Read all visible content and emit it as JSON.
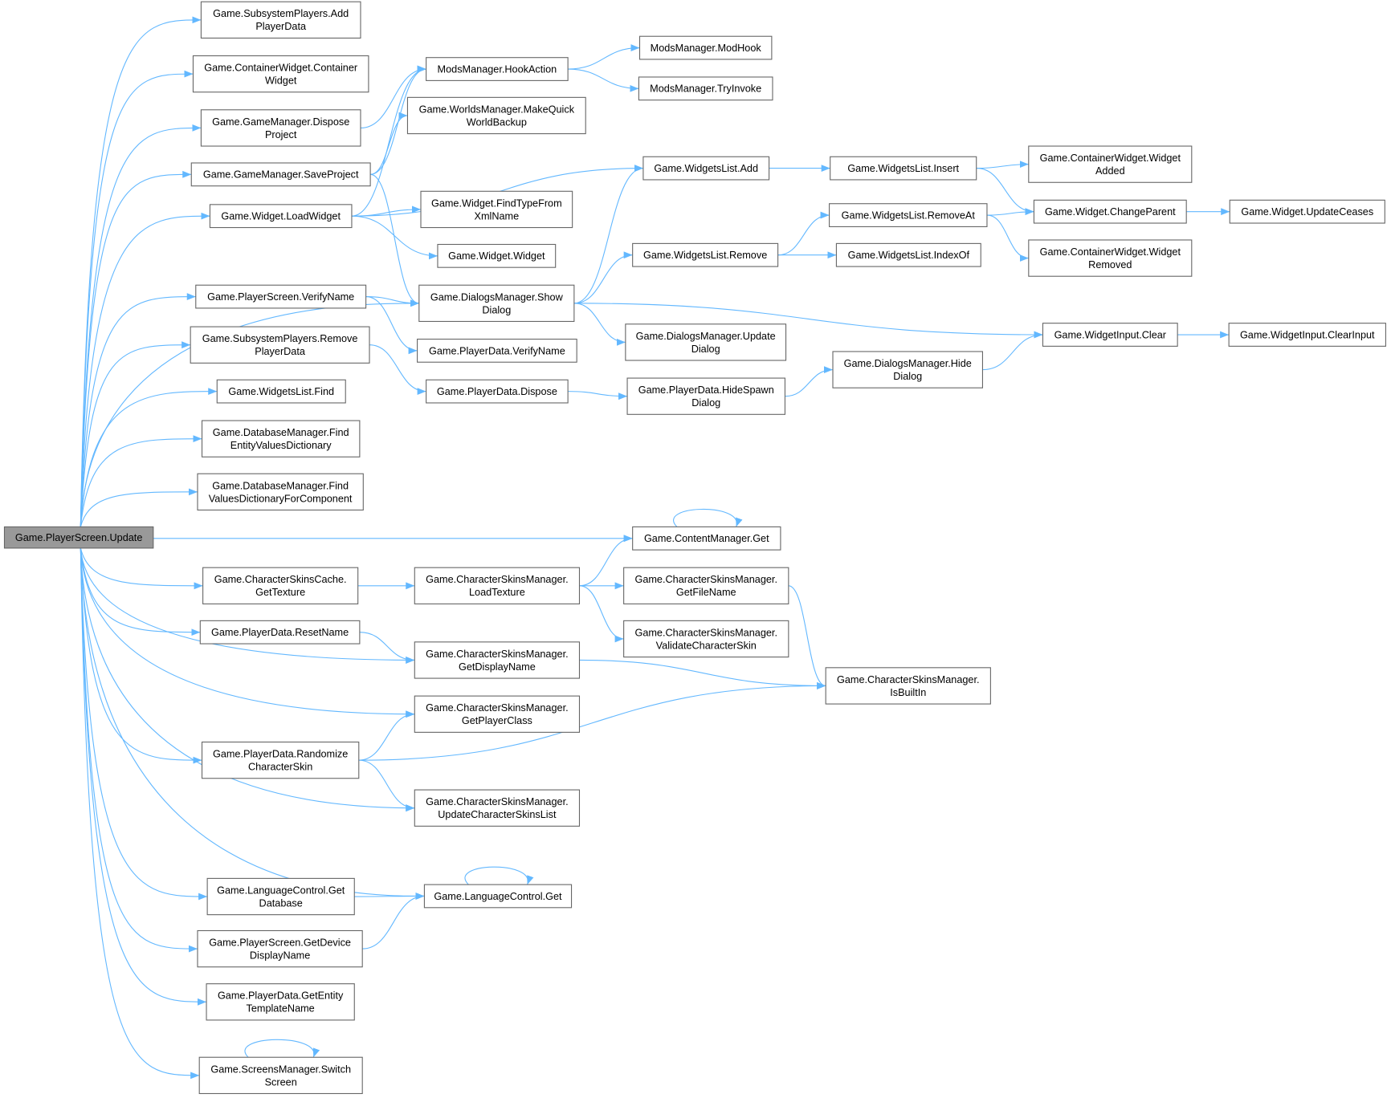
{
  "title": "Game.PlayerScreen.Update call graph",
  "colors": {
    "edge": "#63b8ff",
    "node_border": "#666666",
    "root_fill": "#999999",
    "node_fill": "#ffffff"
  },
  "nodes": [
    {
      "lines": [
        "Game.PlayerScreen.Update"
      ]
    },
    {
      "lines": [
        "Game.SubsystemPlayers.Add",
        "PlayerData"
      ]
    },
    {
      "lines": [
        "Game.ContainerWidget.Container",
        "Widget"
      ]
    },
    {
      "lines": [
        "Game.GameManager.Dispose",
        "Project"
      ]
    },
    {
      "lines": [
        "Game.GameManager.SaveProject"
      ]
    },
    {
      "lines": [
        "Game.Widget.LoadWidget"
      ]
    },
    {
      "lines": [
        "Game.PlayerScreen.VerifyName"
      ]
    },
    {
      "lines": [
        "Game.SubsystemPlayers.Remove",
        "PlayerData"
      ]
    },
    {
      "lines": [
        "Game.WidgetsList.Find"
      ]
    },
    {
      "lines": [
        "Game.DatabaseManager.Find",
        "EntityValuesDictionary"
      ]
    },
    {
      "lines": [
        "Game.DatabaseManager.Find",
        "ValuesDictionaryForComponent"
      ]
    },
    {
      "lines": [
        "Game.CharacterSkinsCache.",
        "GetTexture"
      ]
    },
    {
      "lines": [
        "Game.PlayerData.ResetName"
      ]
    },
    {
      "lines": [
        "Game.PlayerData.Randomize",
        "CharacterSkin"
      ]
    },
    {
      "lines": [
        "Game.LanguageControl.Get",
        "Database"
      ]
    },
    {
      "lines": [
        "Game.PlayerScreen.GetDevice",
        "DisplayName"
      ]
    },
    {
      "lines": [
        "Game.PlayerData.GetEntity",
        "TemplateName"
      ]
    },
    {
      "lines": [
        "Game.ScreensManager.Switch",
        "Screen"
      ]
    },
    {
      "lines": [
        "ModsManager.HookAction"
      ]
    },
    {
      "lines": [
        "Game.WorldsManager.MakeQuick",
        "WorldBackup"
      ]
    },
    {
      "lines": [
        "Game.Widget.FindTypeFrom",
        "XmlName"
      ]
    },
    {
      "lines": [
        "Game.Widget.Widget"
      ]
    },
    {
      "lines": [
        "Game.DialogsManager.Show",
        "Dialog"
      ]
    },
    {
      "lines": [
        "Game.PlayerData.VerifyName"
      ]
    },
    {
      "lines": [
        "Game.PlayerData.Dispose"
      ]
    },
    {
      "lines": [
        "Game.CharacterSkinsManager.",
        "LoadTexture"
      ]
    },
    {
      "lines": [
        "Game.CharacterSkinsManager.",
        "GetDisplayName"
      ]
    },
    {
      "lines": [
        "Game.CharacterSkinsManager.",
        "GetPlayerClass"
      ]
    },
    {
      "lines": [
        "Game.CharacterSkinsManager.",
        "UpdateCharacterSkinsList"
      ]
    },
    {
      "lines": [
        "Game.LanguageControl.Get"
      ]
    },
    {
      "lines": [
        "ModsManager.ModHook"
      ]
    },
    {
      "lines": [
        "ModsManager.TryInvoke"
      ]
    },
    {
      "lines": [
        "Game.WidgetsList.Add"
      ]
    },
    {
      "lines": [
        "Game.WidgetsList.Remove"
      ]
    },
    {
      "lines": [
        "Game.DialogsManager.Update",
        "Dialog"
      ]
    },
    {
      "lines": [
        "Game.PlayerData.HideSpawn",
        "Dialog"
      ]
    },
    {
      "lines": [
        "Game.ContentManager.Get"
      ]
    },
    {
      "lines": [
        "Game.CharacterSkinsManager.",
        "GetFileName"
      ]
    },
    {
      "lines": [
        "Game.CharacterSkinsManager.",
        "ValidateCharacterSkin"
      ]
    },
    {
      "lines": [
        "Game.WidgetsList.Insert"
      ]
    },
    {
      "lines": [
        "Game.WidgetsList.RemoveAt"
      ]
    },
    {
      "lines": [
        "Game.WidgetsList.IndexOf"
      ]
    },
    {
      "lines": [
        "Game.DialogsManager.Hide",
        "Dialog"
      ]
    },
    {
      "lines": [
        "Game.CharacterSkinsManager.",
        "IsBuiltIn"
      ]
    },
    {
      "lines": [
        "Game.ContainerWidget.Widget",
        "Added"
      ]
    },
    {
      "lines": [
        "Game.Widget.ChangeParent"
      ]
    },
    {
      "lines": [
        "Game.ContainerWidget.Widget",
        "Removed"
      ]
    },
    {
      "lines": [
        "Game.WidgetInput.Clear"
      ]
    },
    {
      "lines": [
        "Game.Widget.UpdateCeases"
      ]
    },
    {
      "lines": [
        "Game.WidgetInput.ClearInput"
      ]
    }
  ],
  "edges": [
    [
      0,
      1
    ],
    [
      0,
      2
    ],
    [
      0,
      3
    ],
    [
      0,
      4
    ],
    [
      0,
      5
    ],
    [
      0,
      22
    ],
    [
      0,
      6
    ],
    [
      0,
      7
    ],
    [
      0,
      8
    ],
    [
      0,
      9
    ],
    [
      0,
      10
    ],
    [
      0,
      36
    ],
    [
      0,
      11
    ],
    [
      0,
      12
    ],
    [
      0,
      26
    ],
    [
      0,
      27
    ],
    [
      0,
      13
    ],
    [
      0,
      28
    ],
    [
      0,
      29
    ],
    [
      0,
      14
    ],
    [
      0,
      15
    ],
    [
      0,
      16
    ],
    [
      0,
      17
    ],
    [
      3,
      18
    ],
    [
      4,
      18
    ],
    [
      4,
      19
    ],
    [
      4,
      22
    ],
    [
      5,
      18
    ],
    [
      5,
      32
    ],
    [
      5,
      20
    ],
    [
      5,
      21
    ],
    [
      6,
      22
    ],
    [
      6,
      23
    ],
    [
      7,
      24
    ],
    [
      11,
      25
    ],
    [
      12,
      26
    ],
    [
      13,
      27
    ],
    [
      13,
      43
    ],
    [
      13,
      28
    ],
    [
      14,
      29
    ],
    [
      15,
      29
    ],
    [
      17,
      17
    ],
    [
      18,
      30
    ],
    [
      18,
      31
    ],
    [
      22,
      32
    ],
    [
      22,
      33
    ],
    [
      22,
      47
    ],
    [
      22,
      34
    ],
    [
      24,
      35
    ],
    [
      25,
      36
    ],
    [
      25,
      37
    ],
    [
      25,
      38
    ],
    [
      26,
      43
    ],
    [
      29,
      29
    ],
    [
      36,
      36
    ],
    [
      37,
      43
    ],
    [
      32,
      39
    ],
    [
      33,
      40
    ],
    [
      33,
      41
    ],
    [
      35,
      42
    ],
    [
      42,
      47
    ],
    [
      39,
      44
    ],
    [
      39,
      45
    ],
    [
      40,
      45
    ],
    [
      40,
      46
    ],
    [
      45,
      48
    ],
    [
      47,
      49
    ]
  ]
}
